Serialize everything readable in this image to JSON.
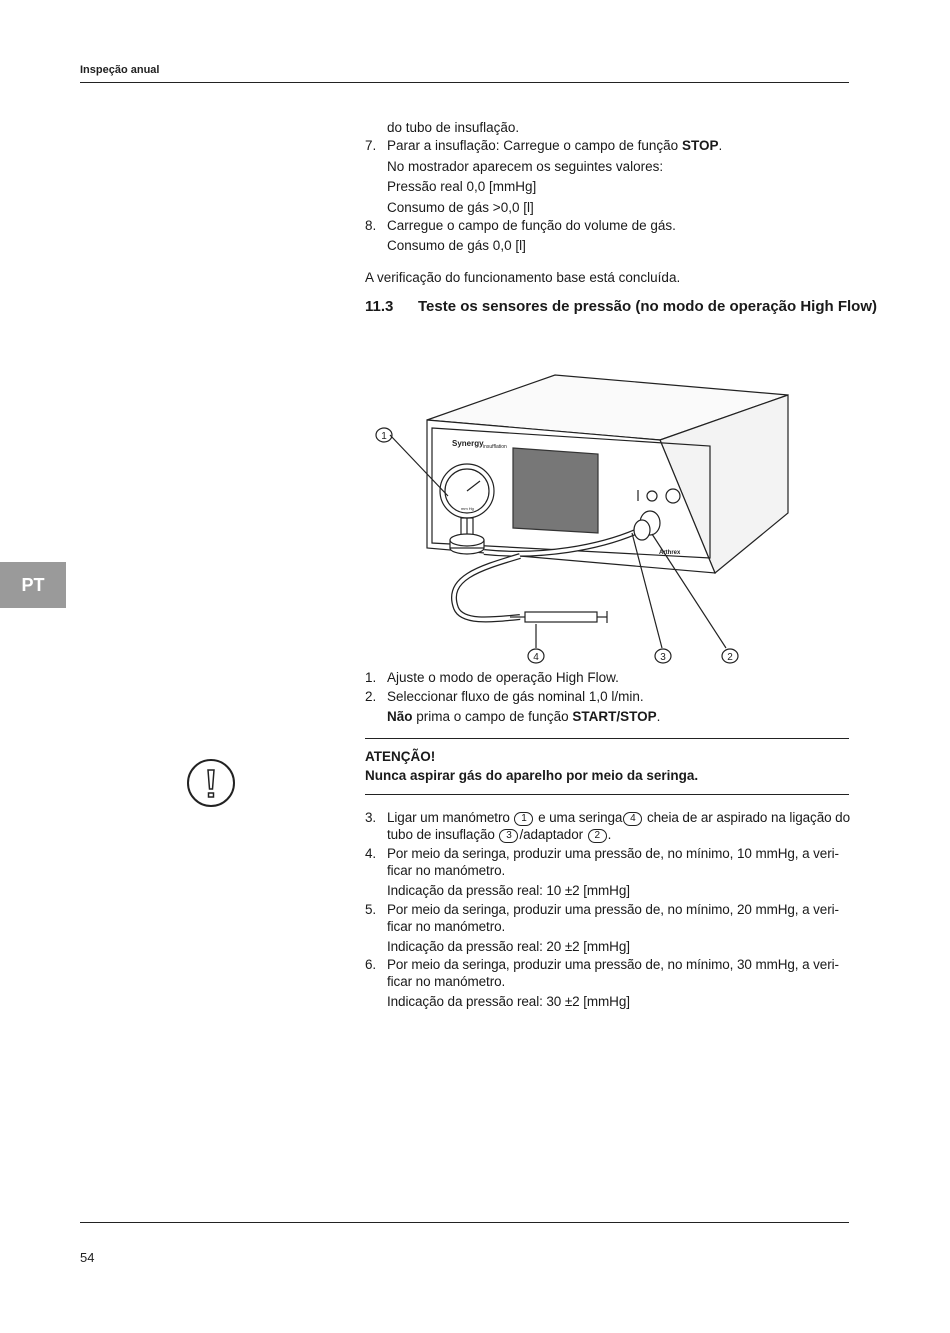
{
  "header": {
    "title": "Inspeção anual"
  },
  "side_tab": {
    "label": "PT"
  },
  "page_number": "54",
  "top_steps": {
    "line_cont": "do tubo de insuflação.",
    "step7_num": "7.",
    "step7_text": "Parar a insuflação: Carregue o campo de função",
    "step7_bold": "STOP",
    "step7_after": ".",
    "display_intro": "No mostrador aparecem os seguintes valores:",
    "pressure_real": "Pressão real 0,0 [mmHg]",
    "gas_consumption": "Consumo de gás >0,0 [l]",
    "step8_num": "8.",
    "step8_text": "Carregue o campo de função do volume de gás.",
    "step8_sub": "Consumo de gás 0,0 [l]"
  },
  "check_complete": "A verificação do funcionamento base está concluída.",
  "section": {
    "number": "11.3",
    "title": "Teste os sensores de pressão (no modo de operação High Flow)"
  },
  "figure": {
    "device_brand": "Synergy",
    "device_brand_sub": "insufflation",
    "maker": "Arthrex",
    "gauge_unit": "mm Hg",
    "callouts": [
      "1",
      "2",
      "3",
      "4"
    ]
  },
  "steps_a": {
    "s1_num": "1.",
    "s1_text": "Ajuste o modo de operação High Flow.",
    "s2_num": "2.",
    "s2_text": "Seleccionar fluxo de gás nominal 1,0 l/min.",
    "s2_bold": "Não",
    "s2_mid": "prima o campo de função",
    "s2_bold2": "START/STOP",
    "s2_end": "."
  },
  "warning": {
    "title": "ATENÇÃO!",
    "text": "Nunca aspirar gás do aparelho por meio da seringa.",
    "icon": "exclamation-circle-icon"
  },
  "steps_b": {
    "s3_num": "3.",
    "s3_a": "Ligar um manómetro",
    "s3_c1": "1",
    "s3_b": "e uma seringa",
    "s3_c4": "4",
    "s3_c": "cheia de ar aspirado na ligação do",
    "s3_d": "tubo de insuflação",
    "s3_c3": "3",
    "s3_e": "/adaptador",
    "s3_c2": "2",
    "s3_f": ".",
    "s4_num": "4.",
    "s4_l1": "Por meio da seringa, produzir uma pressão de, no mínimo, 10 mmHg, a veri-",
    "s4_l2": "ficar no manómetro.",
    "s4_l3": "Indicação da pressão real: 10 ±2 [mmHg]",
    "s5_num": "5.",
    "s5_l1": "Por meio da seringa, produzir uma pressão de, no mínimo, 20 mmHg, a veri-",
    "s5_l2": "ficar no manómetro.",
    "s5_l3": "Indicação da pressão real: 20 ±2 [mmHg]",
    "s6_num": "6.",
    "s6_l1": "Por meio da seringa, produzir uma pressão de, no mínimo, 30 mmHg, a veri-",
    "s6_l2": "ficar no manómetro.",
    "s6_l3": "Indicação da pressão real: 30 ±2 [mmHg]"
  }
}
